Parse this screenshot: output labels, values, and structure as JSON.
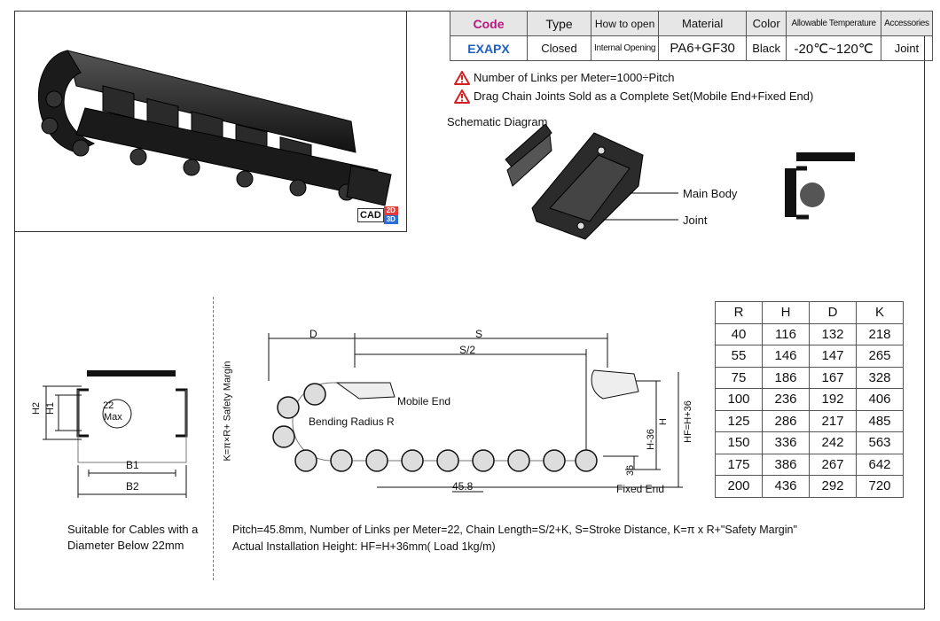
{
  "spec_table": {
    "headers": [
      "Code",
      "Type",
      "How to open",
      "Material",
      "Color",
      "Allowable Temperature",
      "Accessories"
    ],
    "values": [
      "EXAPX",
      "Closed",
      "Internal Opening",
      "PA6+GF30",
      "Black",
      "-20℃~120℃",
      "Joint"
    ]
  },
  "cad_badge": {
    "label": "CAD",
    "dim2": "2D",
    "dim3": "3D"
  },
  "notes": [
    "Number of Links per Meter=1000÷Pitch",
    "Drag Chain Joints Sold as a Complete Set(Mobile End+Fixed End)"
  ],
  "schematic": {
    "title": "Schematic Diagram",
    "main_body": "Main Body",
    "joint": "Joint"
  },
  "cross_section": {
    "h2": "H2",
    "h1": "H1",
    "b1": "B1",
    "b2": "B2",
    "max_value": "22",
    "max_word": "Max"
  },
  "side_view": {
    "d": "D",
    "s": "S",
    "s_half": "S/2",
    "k_label": "K=π×R+ Safety Margin",
    "mobile_end": "Mobile End",
    "fixed_end": "Fixed End",
    "bending_radius": "Bending Radius R",
    "h": "H",
    "h_minus": "H-36",
    "hf": "HF=H+36",
    "dim36": "36",
    "pitch_dim": "45.8"
  },
  "dims_table": {
    "headers": [
      "R",
      "H",
      "D",
      "K"
    ],
    "rows": [
      [
        "40",
        "116",
        "132",
        "218"
      ],
      [
        "55",
        "146",
        "147",
        "265"
      ],
      [
        "75",
        "186",
        "167",
        "328"
      ],
      [
        "100",
        "236",
        "192",
        "406"
      ],
      [
        "125",
        "286",
        "217",
        "485"
      ],
      [
        "150",
        "336",
        "242",
        "563"
      ],
      [
        "175",
        "386",
        "267",
        "642"
      ],
      [
        "200",
        "436",
        "292",
        "720"
      ]
    ]
  },
  "cable_note": [
    "Suitable for Cables with a",
    "Diameter Below 22mm"
  ],
  "pitch_note": [
    "Pitch=45.8mm, Number of Links per Meter=22, Chain Length=S/2+K, S=Stroke Distance, K=π x R+\"Safety Margin\"",
    "Actual Installation Height: HF=H+36mm( Load 1kg/m)"
  ],
  "colors": {
    "code_header": "#b8177e",
    "code_value": "#1f5fbf",
    "warning": "#d32020"
  }
}
